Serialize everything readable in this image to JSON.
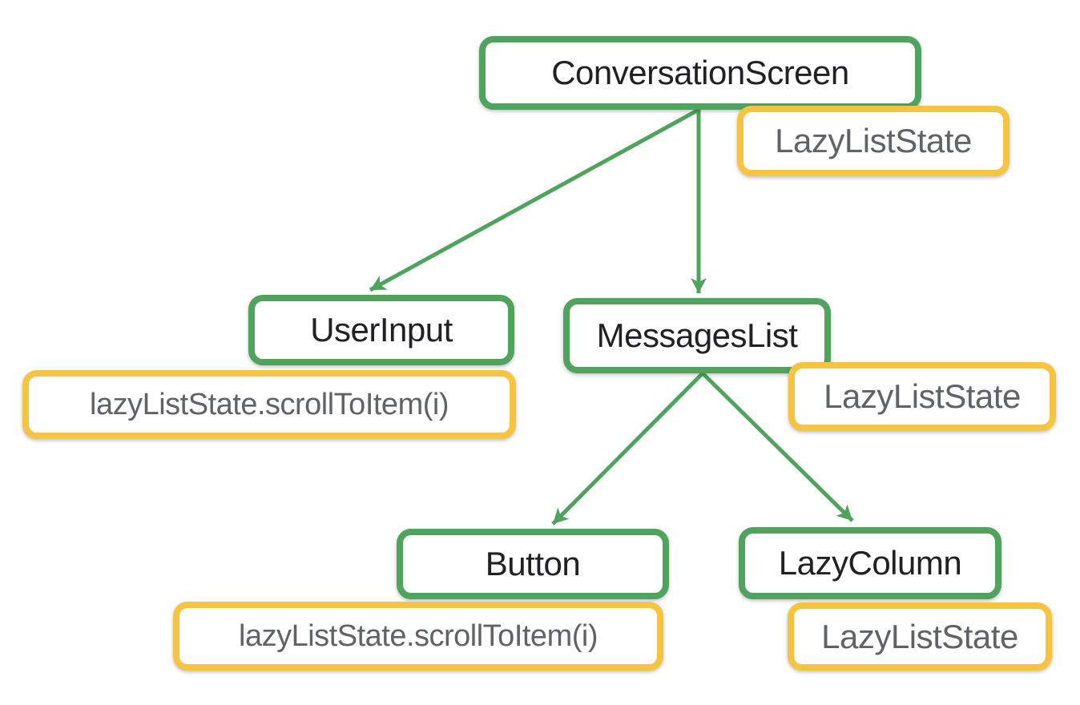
{
  "diagram": {
    "kind": "composable-tree",
    "colors": {
      "composable_border": "#4FA35C",
      "state_border": "#F7C441",
      "composable_text": "#202124",
      "state_text": "#5F6368",
      "node_fill": "#FFFFFF",
      "edge": "#4FA35C"
    },
    "nodes": [
      {
        "id": "conversation-screen",
        "kind": "composable",
        "label": "ConversationScreen"
      },
      {
        "id": "lazyliststate-of-conversationscreen",
        "kind": "state",
        "label": "LazyListState"
      },
      {
        "id": "user-input",
        "kind": "composable",
        "label": "UserInput"
      },
      {
        "id": "scrolltoitem-of-userinput",
        "kind": "state",
        "label": "lazyListState.scrollToItem(i)"
      },
      {
        "id": "messages-list",
        "kind": "composable",
        "label": "MessagesList"
      },
      {
        "id": "lazyliststate-of-messageslist",
        "kind": "state",
        "label": "LazyListState"
      },
      {
        "id": "button",
        "kind": "composable",
        "label": "Button"
      },
      {
        "id": "scrolltoitem-of-button",
        "kind": "state",
        "label": "lazyListState.scrollToItem(i)"
      },
      {
        "id": "lazy-column",
        "kind": "composable",
        "label": "LazyColumn"
      },
      {
        "id": "lazyliststate-of-lazycolumn",
        "kind": "state",
        "label": "LazyListState"
      }
    ],
    "edges": [
      {
        "from": "ConversationScreen",
        "to": "UserInput"
      },
      {
        "from": "ConversationScreen",
        "to": "MessagesList"
      },
      {
        "from": "MessagesList",
        "to": "Button"
      },
      {
        "from": "MessagesList",
        "to": "LazyColumn"
      }
    ]
  }
}
